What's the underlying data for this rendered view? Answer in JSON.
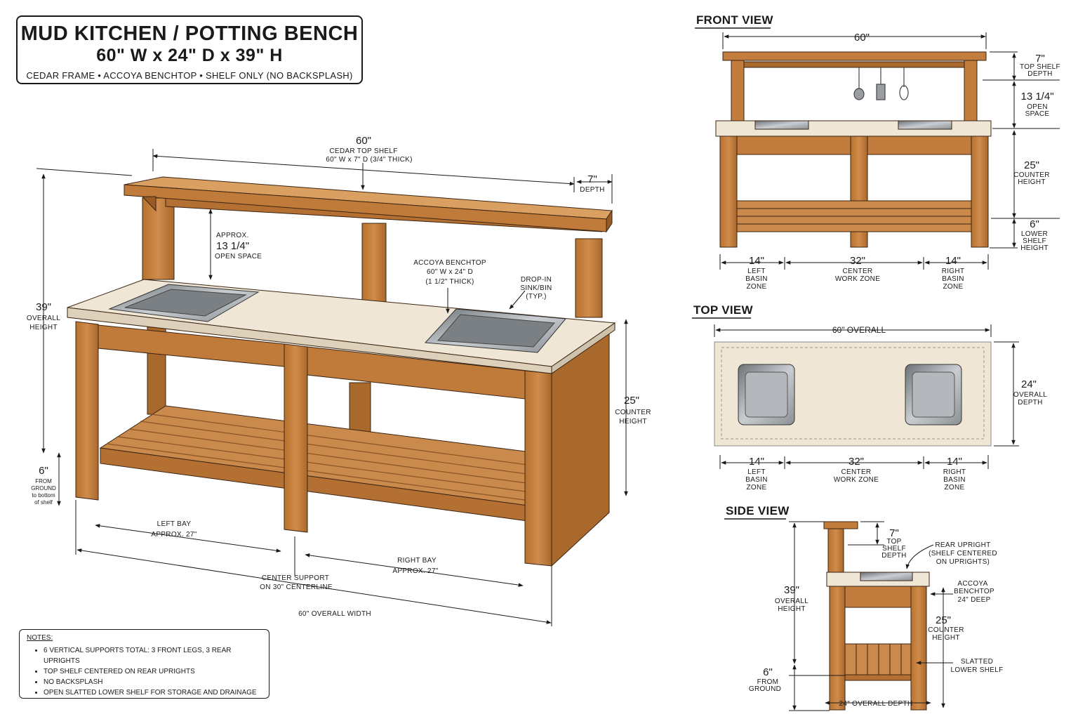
{
  "title": {
    "line1": "MUD KITCHEN / POTTING BENCH",
    "line2": "60\" W x 24\" D x 39\" H",
    "line3": "CEDAR FRAME • ACCOYA BENCHTOP • SHELF ONLY (NO BACKSPLASH)"
  },
  "iso": {
    "top_dim": "60\"",
    "top_shelf_name": "CEDAR TOP SHELF",
    "top_shelf_size": "60\" W x 7\" D (3/4\" THICK)",
    "depth_value": "7\"",
    "depth_label": "DEPTH",
    "open_approx": "APPROX.",
    "open_value": "13 1/4\"",
    "open_label": "OPEN SPACE",
    "benchtop_name": "ACCOYA BENCHTOP",
    "benchtop_size": "60\" W x 24\" D",
    "benchtop_thick": "(1 1/2\" THICK)",
    "dropin_1": "DROP-IN",
    "dropin_2": "SINK/BIN",
    "dropin_3": "(TYP.)",
    "height_value": "39\"",
    "height_l1": "OVERALL",
    "height_l2": "HEIGHT",
    "counter_value": "25\"",
    "counter_l1": "COUNTER",
    "counter_l2": "HEIGHT",
    "ground_value": "6\"",
    "ground_l1": "FROM",
    "ground_l2": "GROUND",
    "ground_l3": "to bottom",
    "ground_l4": "of shelf",
    "left_bay_1": "LEFT BAY",
    "left_bay_2": "APPROX. 27\"",
    "right_bay_1": "RIGHT BAY",
    "right_bay_2": "APPROX. 27\"",
    "center_1": "CENTER SUPPORT",
    "center_2": "ON 30\" CENTERLINE",
    "overall_width": "60\" OVERALL WIDTH"
  },
  "front": {
    "heading": "FRONT VIEW",
    "width": "60\"",
    "shelf_value": "7\"",
    "shelf_l1": "TOP SHELF",
    "shelf_l2": "DEPTH",
    "open_value": "13 1/4\"",
    "open_l1": "OPEN",
    "open_l2": "SPACE",
    "counter_value": "25\"",
    "counter_l1": "COUNTER",
    "counter_l2": "HEIGHT",
    "lower_value": "6\"",
    "lower_l1": "LOWER",
    "lower_l2": "SHELF",
    "lower_l3": "HEIGHT",
    "zone_left_value": "14\"",
    "zone_left_l1": "LEFT",
    "zone_left_l2": "BASIN",
    "zone_left_l3": "ZONE",
    "zone_center_value": "32\"",
    "zone_center_l1": "CENTER",
    "zone_center_l2": "WORK ZONE",
    "zone_right_value": "14\"",
    "zone_right_l1": "RIGHT",
    "zone_right_l2": "BASIN",
    "zone_right_l3": "ZONE"
  },
  "top": {
    "heading": "TOP VIEW",
    "width": "60\" OVERALL",
    "depth_value": "24\"",
    "depth_l1": "OVERALL",
    "depth_l2": "DEPTH",
    "zone_left_value": "14\"",
    "zone_left_l1": "LEFT",
    "zone_left_l2": "BASIN",
    "zone_left_l3": "ZONE",
    "zone_center_value": "32\"",
    "zone_center_l1": "CENTER",
    "zone_center_l2": "WORK ZONE",
    "zone_right_value": "14\"",
    "zone_right_l1": "RIGHT",
    "zone_right_l2": "BASIN",
    "zone_right_l3": "ZONE"
  },
  "side": {
    "heading": "SIDE VIEW",
    "shelf_value": "7\"",
    "shelf_l1": "TOP",
    "shelf_l2": "SHELF",
    "shelf_l3": "DEPTH",
    "rear_1": "REAR UPRIGHT",
    "rear_2": "(SHELF CENTERED",
    "rear_3": "ON UPRIGHTS)",
    "bench_1": "ACCOYA",
    "bench_2": "BENCHTOP",
    "bench_3": "24\" DEEP",
    "height_value": "39\"",
    "height_l1": "OVERALL",
    "height_l2": "HEIGHT",
    "counter_value": "25\"",
    "counter_l1": "COUNTER",
    "counter_l2": "HEIGHT",
    "slatted_1": "SLATTED",
    "slatted_2": "LOWER SHELF",
    "ground_value": "6\"",
    "ground_l1": "FROM",
    "ground_l2": "GROUND",
    "depth": "24\" OVERALL DEPTH"
  },
  "notes": {
    "title": "NOTES:",
    "items": [
      "6 VERTICAL SUPPORTS TOTAL: 3 FRONT LEGS, 3 REAR UPRIGHTS",
      "TOP SHELF CENTERED ON REAR UPRIGHTS",
      "NO BACKSPLASH",
      "OPEN SLATTED LOWER SHELF FOR STORAGE AND DRAINAGE"
    ]
  },
  "colors": {
    "cedar": "#c27d3e",
    "cedar_dark": "#9a5a26",
    "cedar_light": "#d99a5a",
    "accoya": "#efe6d6",
    "steel": "#9a9ea3",
    "ink": "#1a1a1a"
  }
}
